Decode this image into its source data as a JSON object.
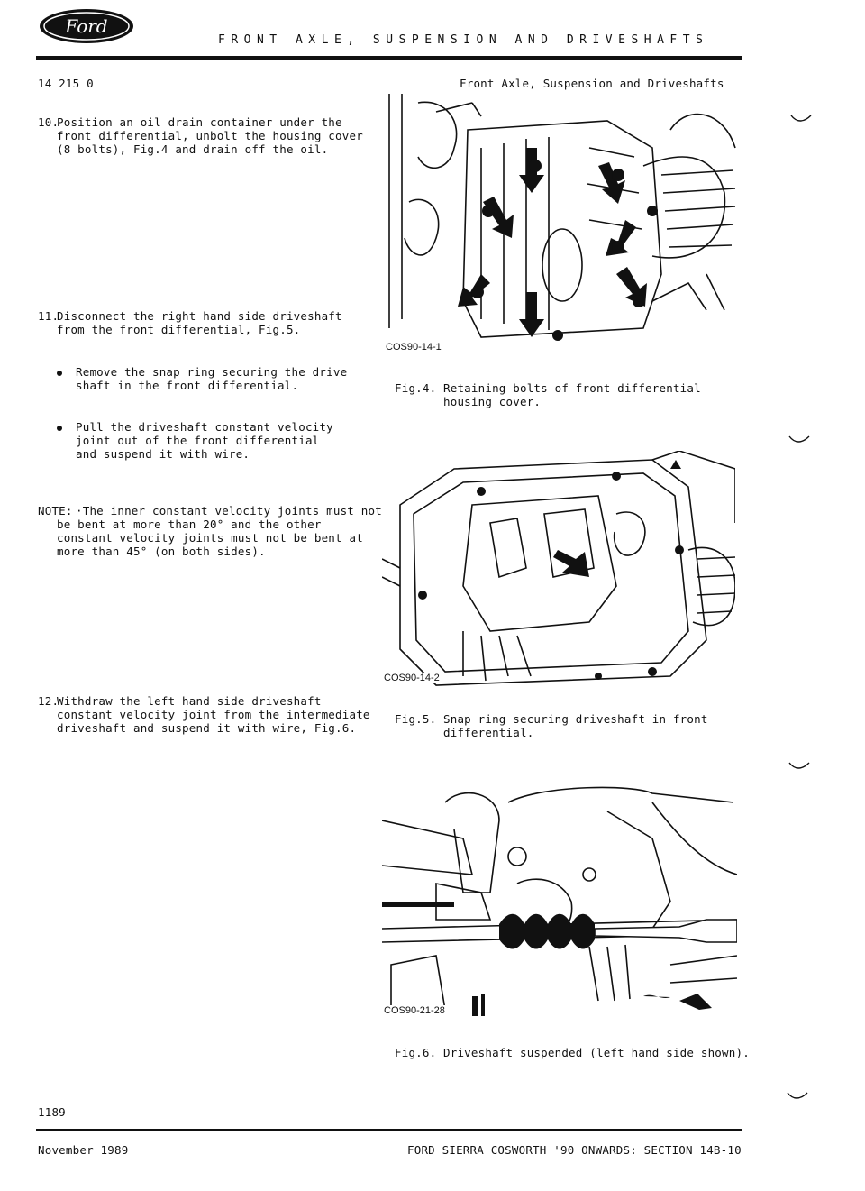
{
  "header": {
    "logo_text": "Ford",
    "section_title": "FRONT AXLE, SUSPENSION AND DRIVESHAFTS",
    "page_code": "14 215 0",
    "running_head": "Front Axle, Suspension and Driveshafts"
  },
  "steps": [
    {
      "num": "10.",
      "lines": [
        "Position an oil drain container under the",
        "front differential, unbolt the housing cover",
        "(8 bolts), Fig.4 and drain off the oil."
      ]
    },
    {
      "num": "11.",
      "lines": [
        "Disconnect the right hand side driveshaft",
        "from the front differential, Fig.5."
      ]
    },
    {
      "num": "12.",
      "lines": [
        "Withdraw the left hand side driveshaft",
        "constant velocity joint from the intermediate",
        "driveshaft and suspend it with wire, Fig.6."
      ]
    }
  ],
  "bullets": [
    {
      "lines": [
        "Remove the snap ring securing the drive",
        "shaft in the front differential."
      ]
    },
    {
      "lines": [
        "Pull the driveshaft constant velocity",
        "joint out of the front differential",
        "and suspend it with wire."
      ]
    }
  ],
  "note": {
    "label": "NOTE:",
    "lines": [
      "·The inner constant velocity joints must not",
      "be bent at more than 20° and the other",
      "constant velocity joints must not be bent at",
      "more than 45° (on both sides)."
    ]
  },
  "figures": [
    {
      "code": "COS90-14-1",
      "num": "Fig.4.",
      "caption": [
        "Retaining bolts of front differential",
        "housing cover."
      ]
    },
    {
      "code": "COS90-14-2",
      "num": "Fig.5.",
      "caption": [
        "Snap ring securing driveshaft in front",
        "differential."
      ]
    },
    {
      "code": "COS90-21-28",
      "num": "Fig.6.",
      "caption": [
        "Driveshaft suspended (left hand side shown)."
      ]
    }
  ],
  "footer": {
    "page_number": "1189",
    "date": "November 1989",
    "manual": "FORD SIERRA COSWORTH '90 ONWARDS: SECTION 14B-10"
  }
}
